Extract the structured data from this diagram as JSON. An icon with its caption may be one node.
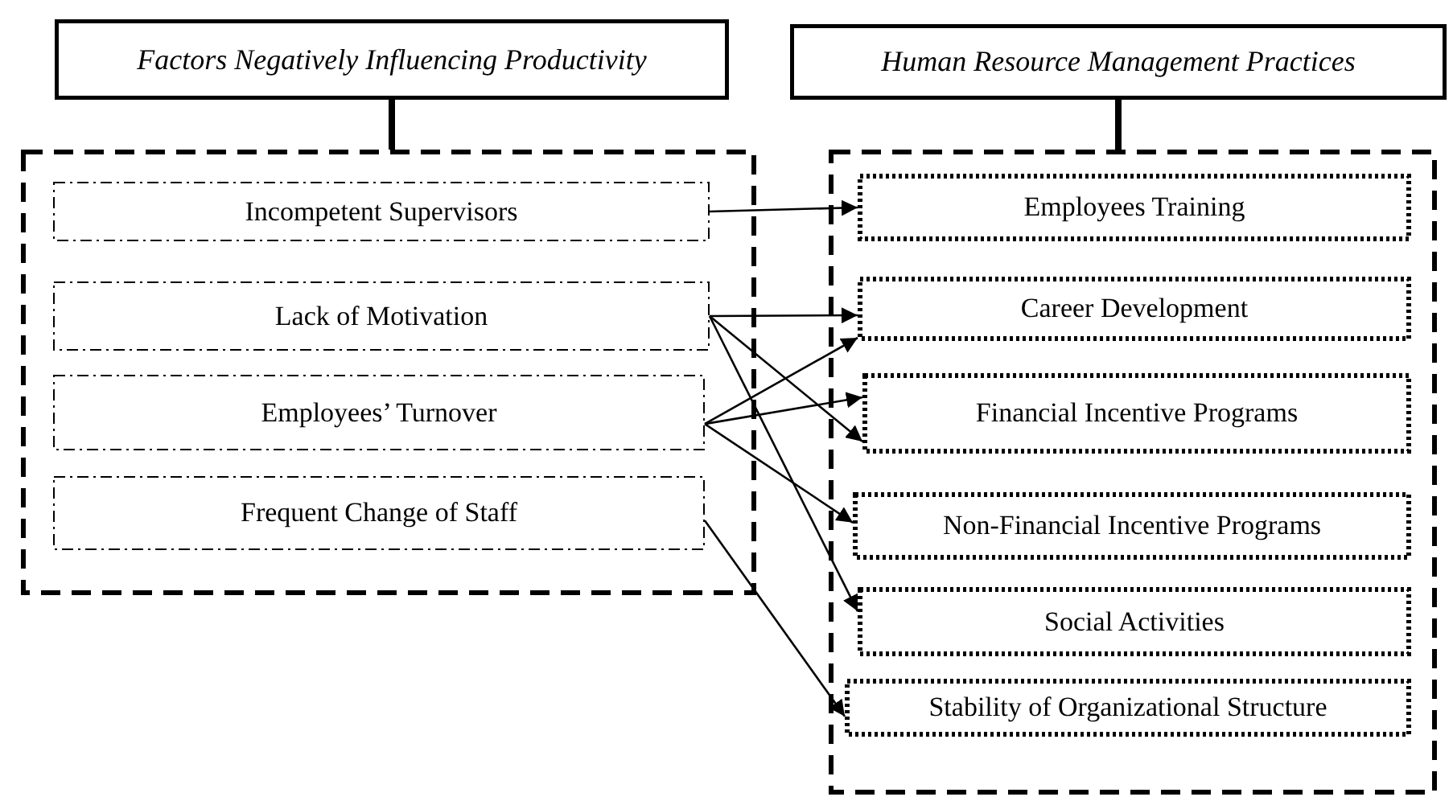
{
  "diagram": {
    "nodes": [
      {
        "text": [
          "Factors Negatively Influencing Productivity"
        ]
      },
      {
        "text": [
          "Human Resource Management Practices"
        ]
      },
      {
        "text": [],
        "shape": "box"
      },
      {
        "text": [],
        "shape": "box"
      },
      {
        "text": [
          "Incompetent Supervisors"
        ],
        "in": 2
      },
      {
        "text": [
          "Lack of Motivation"
        ],
        "in": 2
      },
      {
        "text": [
          "Employees’ Turnover"
        ],
        "in": 2
      },
      {
        "text": [
          "Frequent Change of Staff"
        ],
        "in": 2
      },
      {
        "text": [
          "Employees Training"
        ],
        "in": 3
      },
      {
        "text": [
          "Career Development"
        ],
        "in": 3
      },
      {
        "text": [
          "Financial Incentive Programs"
        ],
        "in": 3
      },
      {
        "text": [
          "Non-Financial Incentive Programs"
        ],
        "in": 3
      },
      {
        "text": [
          "Social Activities"
        ],
        "in": 3
      },
      {
        "text": [
          "Stability of Organizational Structure"
        ],
        "in": 3
      }
    ],
    "edges": [
      {
        "from": 0,
        "to": 2,
        "arrow": "none",
        "style": "thick"
      },
      {
        "from": 1,
        "to": 3,
        "arrow": "none",
        "style": "thick"
      },
      {
        "from": 4,
        "to": 8,
        "arrow": "to"
      },
      {
        "from": 5,
        "to": 9,
        "arrow": "to"
      },
      {
        "from": 5,
        "to": 10,
        "arrow": "to"
      },
      {
        "from": 5,
        "to": 12,
        "arrow": "to"
      },
      {
        "from": 6,
        "to": 9,
        "arrow": "to"
      },
      {
        "from": 6,
        "to": 10,
        "arrow": "to"
      },
      {
        "from": 6,
        "to": 11,
        "arrow": "to"
      },
      {
        "from": 7,
        "to": 13,
        "arrow": "to"
      }
    ]
  }
}
